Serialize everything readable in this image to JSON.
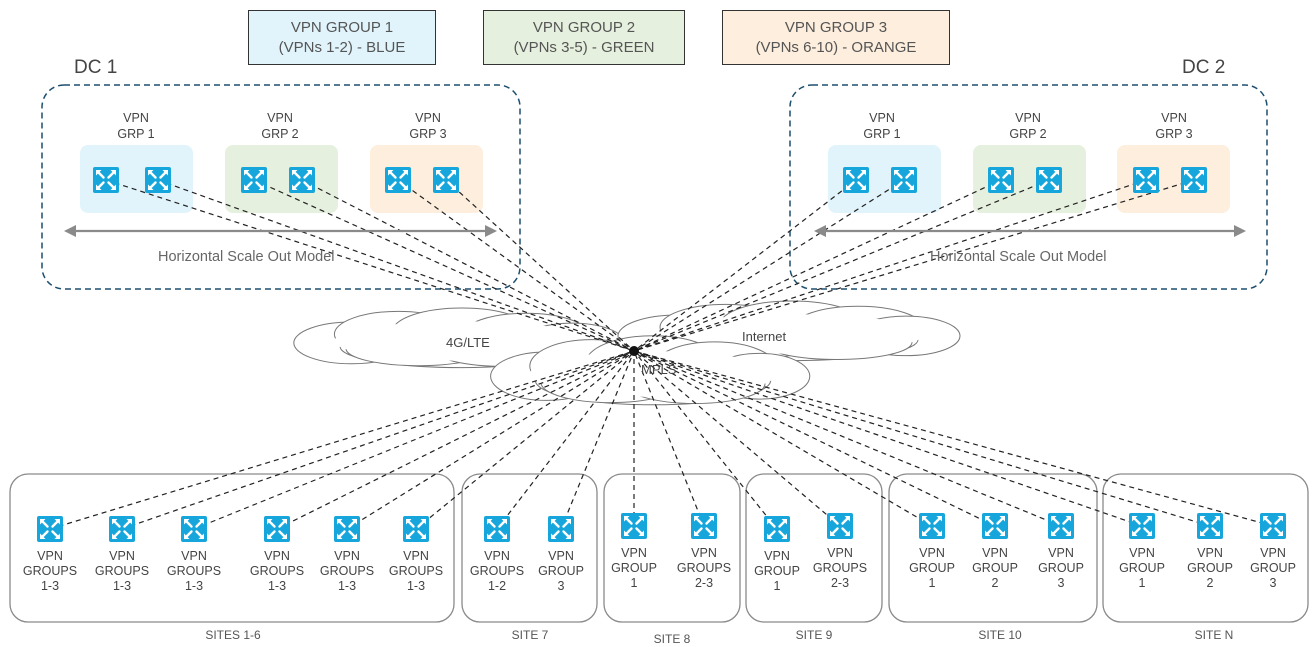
{
  "legend": [
    {
      "line1": "VPN GROUP 1",
      "line2": "(VPNs 1-2) - BLUE",
      "color": "#e1f4fb"
    },
    {
      "line1": "VPN GROUP 2",
      "line2": "(VPNs 3-5) - GREEN",
      "color": "#e6f0de"
    },
    {
      "line1": "VPN GROUP 3",
      "line2": "(VPNs 6-10) - ORANGE",
      "color": "#fdeedd"
    }
  ],
  "dc1": {
    "title": "DC 1",
    "groups": [
      {
        "line1": "VPN",
        "line2": "GRP 1"
      },
      {
        "line1": "VPN",
        "line2": "GRP 2"
      },
      {
        "line1": "VPN",
        "line2": "GRP 3"
      }
    ],
    "scale_label": "Horizontal Scale Out Model"
  },
  "dc2": {
    "title": "DC 2",
    "groups": [
      {
        "line1": "VPN",
        "line2": "GRP 1"
      },
      {
        "line1": "VPN",
        "line2": "GRP 2"
      },
      {
        "line1": "VPN",
        "line2": "GRP 3"
      }
    ],
    "scale_label": "Horizontal Scale Out Model"
  },
  "transports": {
    "lte": "4G/LTE",
    "internet": "Internet",
    "mpls": "MPLS"
  },
  "sites": [
    {
      "title": "SITES 1-6",
      "routers": [
        {
          "l1": "VPN",
          "l2": "GROUPS",
          "l3": "1-3"
        },
        {
          "l1": "VPN",
          "l2": "GROUPS",
          "l3": "1-3"
        },
        {
          "l1": "VPN",
          "l2": "GROUPS",
          "l3": "1-3"
        },
        {
          "l1": "VPN",
          "l2": "GROUPS",
          "l3": "1-3"
        },
        {
          "l1": "VPN",
          "l2": "GROUPS",
          "l3": "1-3"
        },
        {
          "l1": "VPN",
          "l2": "GROUPS",
          "l3": "1-3"
        }
      ]
    },
    {
      "title": "SITE 7",
      "routers": [
        {
          "l1": "VPN",
          "l2": "GROUPS",
          "l3": "1-2"
        },
        {
          "l1": "VPN",
          "l2": "GROUP",
          "l3": "3"
        }
      ]
    },
    {
      "title": "SITE 8",
      "routers": [
        {
          "l1": "VPN",
          "l2": "GROUP",
          "l3": "1"
        },
        {
          "l1": "VPN",
          "l2": "GROUPS",
          "l3": "2-3"
        }
      ]
    },
    {
      "title": "SITE 9",
      "routers": [
        {
          "l1": "VPN",
          "l2": "GROUP",
          "l3": "1"
        },
        {
          "l1": "VPN",
          "l2": "GROUPS",
          "l3": "2-3"
        }
      ]
    },
    {
      "title": "SITE 10",
      "routers": [
        {
          "l1": "VPN",
          "l2": "GROUP",
          "l3": "1"
        },
        {
          "l1": "VPN",
          "l2": "GROUP",
          "l3": "2"
        },
        {
          "l1": "VPN",
          "l2": "GROUP",
          "l3": "3"
        }
      ]
    },
    {
      "title": "SITE N",
      "routers": [
        {
          "l1": "VPN",
          "l2": "GROUP",
          "l3": "1"
        },
        {
          "l1": "VPN",
          "l2": "GROUP",
          "l3": "2"
        },
        {
          "l1": "VPN",
          "l2": "GROUP",
          "l3": "3"
        }
      ]
    }
  ],
  "colors": {
    "router": "#17a6dc",
    "dc_border": "#1d4f6e",
    "site_border": "#8a8a8a",
    "link": "#222222"
  }
}
